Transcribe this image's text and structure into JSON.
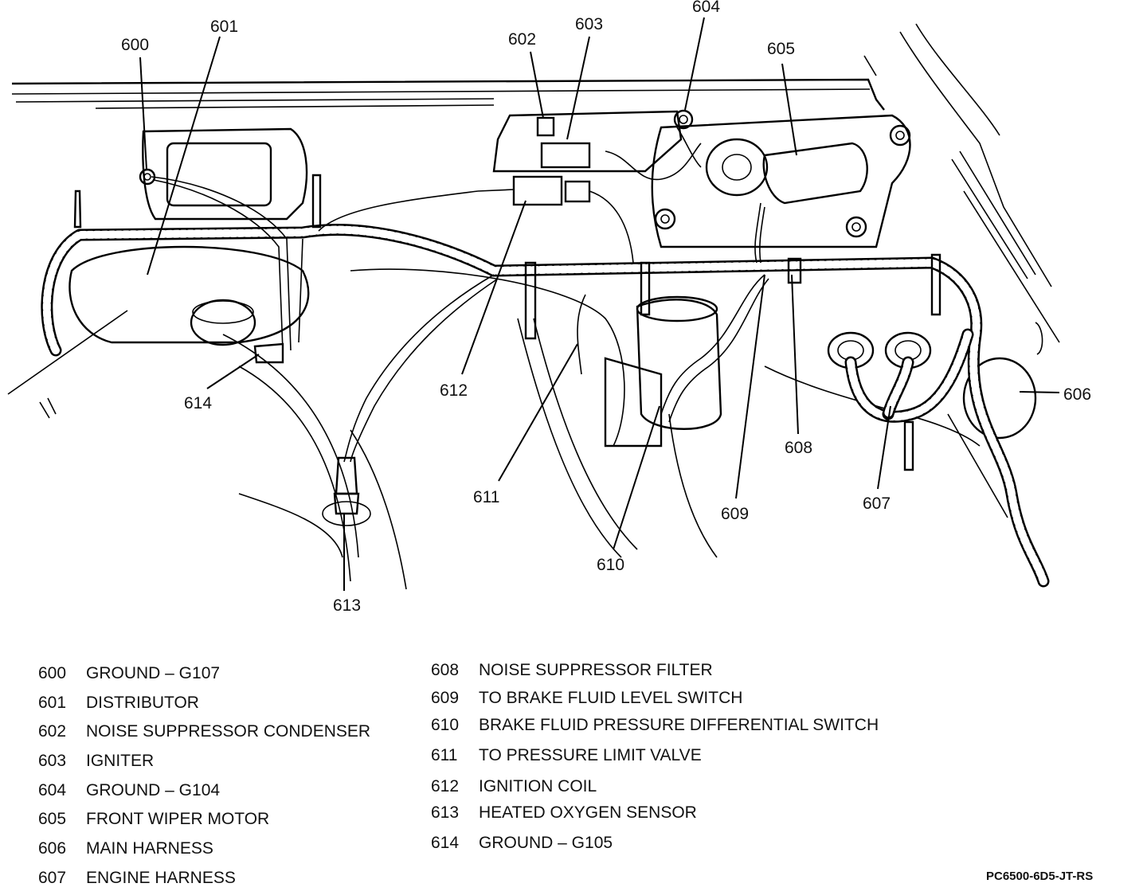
{
  "callouts": [
    {
      "id": "600",
      "label": "600"
    },
    {
      "id": "601",
      "label": "601"
    },
    {
      "id": "602",
      "label": "602"
    },
    {
      "id": "603",
      "label": "603"
    },
    {
      "id": "604",
      "label": "604"
    },
    {
      "id": "605",
      "label": "605"
    },
    {
      "id": "606",
      "label": "606"
    },
    {
      "id": "607",
      "label": "607"
    },
    {
      "id": "608",
      "label": "608"
    },
    {
      "id": "609",
      "label": "609"
    },
    {
      "id": "610",
      "label": "610"
    },
    {
      "id": "611",
      "label": "611"
    },
    {
      "id": "612",
      "label": "612"
    },
    {
      "id": "613",
      "label": "613"
    },
    {
      "id": "614",
      "label": "614"
    }
  ],
  "legend_left": [
    {
      "num": "600",
      "text": "GROUND – G107"
    },
    {
      "num": "601",
      "text": "DISTRIBUTOR"
    },
    {
      "num": "602",
      "text": "NOISE SUPPRESSOR CONDENSER"
    },
    {
      "num": "603",
      "text": "IGNITER"
    },
    {
      "num": "604",
      "text": "GROUND – G104"
    },
    {
      "num": "605",
      "text": "FRONT WIPER MOTOR"
    },
    {
      "num": "606",
      "text": "MAIN HARNESS"
    },
    {
      "num": "607",
      "text": "ENGINE HARNESS"
    }
  ],
  "legend_right": [
    {
      "num": "608",
      "text": "NOISE SUPPRESSOR FILTER"
    },
    {
      "num": "609",
      "text": "TO BRAKE FLUID LEVEL SWITCH"
    },
    {
      "num": "610",
      "text": "BRAKE FLUID PRESSURE DIFFERENTIAL SWITCH"
    },
    {
      "num": "611",
      "text": "TO PRESSURE LIMIT VALVE"
    },
    {
      "num": "612",
      "text": "IGNITION COIL"
    },
    {
      "num": "613",
      "text": "HEATED OXYGEN SENSOR"
    },
    {
      "num": "614",
      "text": "GROUND – G105"
    }
  ],
  "reference_code": "PC6500-6D5-JT-RS"
}
